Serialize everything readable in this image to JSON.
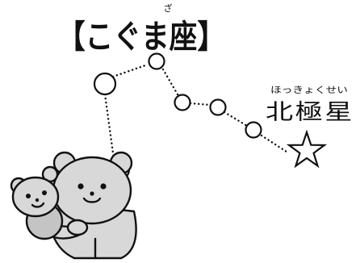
{
  "title": {
    "text": "【こぐま座】",
    "ruby": "ざ"
  },
  "label": {
    "ruby": "ほっきょくせい",
    "text": "北極星"
  },
  "colors": {
    "ink": "#111111",
    "bear_fur": "#d8d8d8",
    "bear_shade": "#c4c4c4",
    "background": "#ffffff"
  },
  "icons": [
    "polaris-star-icon",
    "bear-hug-illustration"
  ]
}
